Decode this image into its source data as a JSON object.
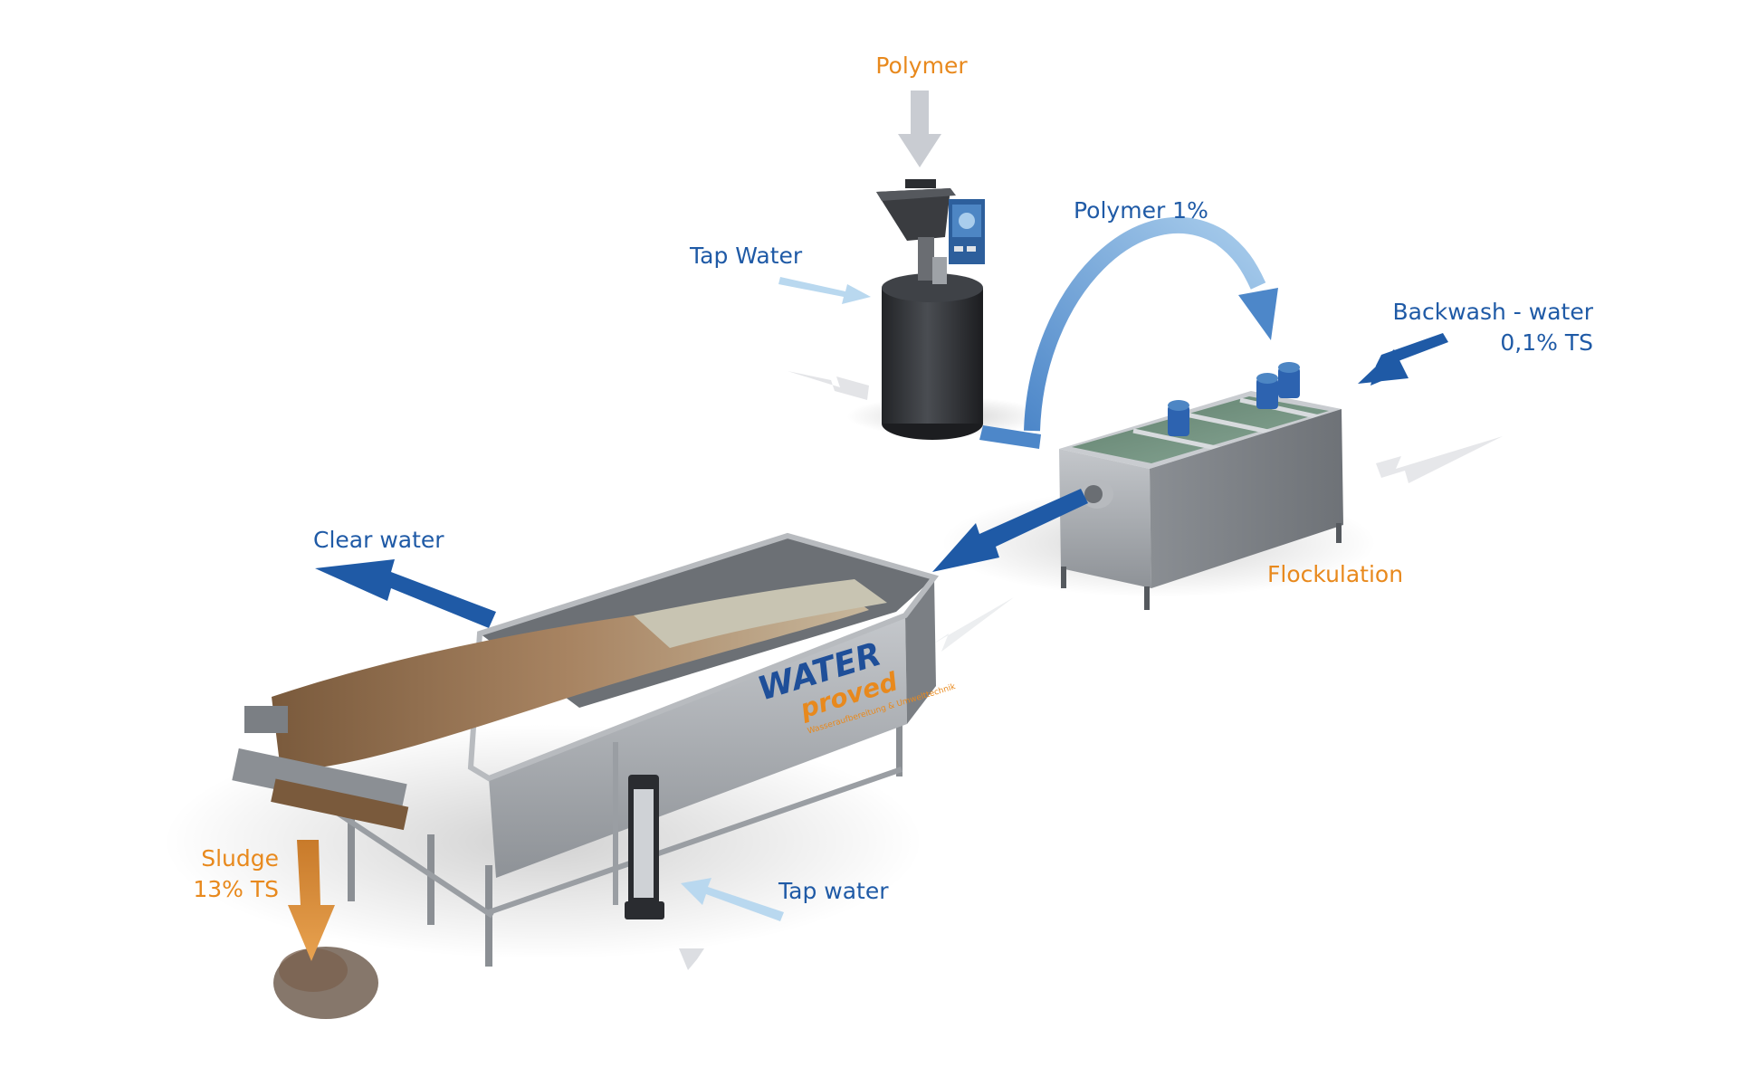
{
  "labels": {
    "polymer": "Polymer",
    "tap_water_top": "Tap Water",
    "polymer_1pct": "Polymer 1%",
    "backwash_line1": "Backwash - water",
    "backwash_line2": "0,1% TS",
    "flockulation": "Flockulation",
    "clear_water": "Clear water",
    "tap_water_bottom": "Tap water",
    "sludge_line1": "Sludge",
    "sludge_line2": "13% TS"
  },
  "logo": {
    "brand_top": "WATER",
    "brand_bottom": "proved",
    "tagline": "Wasseraufbereitung & Umwelttechnik"
  },
  "colors": {
    "orange_text": "#e8891d",
    "blue_text": "#1f5aa6",
    "arrow_blue": "#1f5aa6",
    "arrow_light_blue": "#b9d8ef",
    "arrow_grey": "#c9ccd2",
    "tank_dark": "#2e3034",
    "steel": "#a5a9ae",
    "sludge": "#8a6a4a"
  }
}
